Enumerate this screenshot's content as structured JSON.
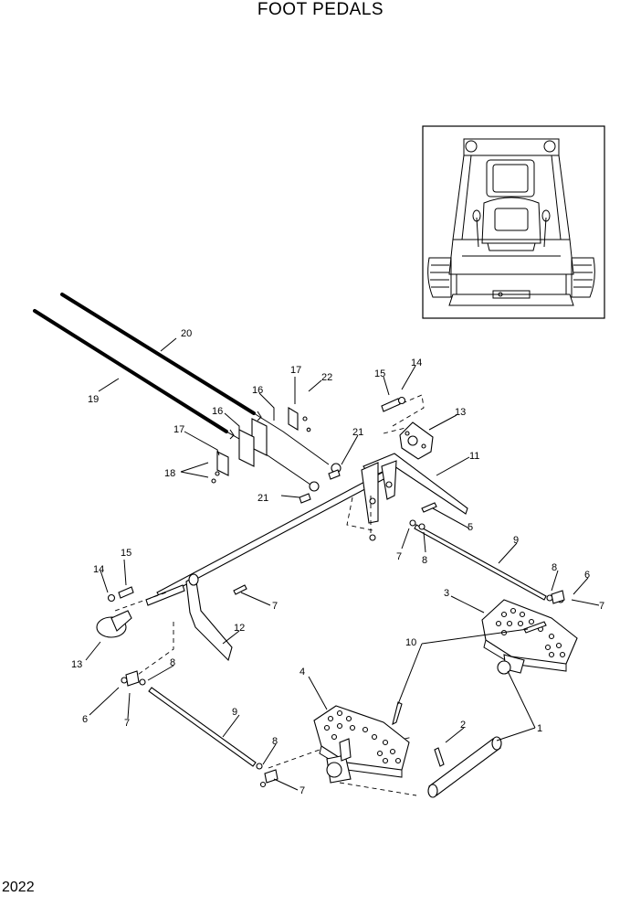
{
  "title": "FOOT PEDALS",
  "page_number": "2022",
  "callouts": {
    "c1": "1",
    "c2": "2",
    "c3": "3",
    "c4": "4",
    "c5": "5",
    "c6a": "6",
    "c6b": "6",
    "c7a": "7",
    "c7b": "7",
    "c7c": "7",
    "c7d": "7",
    "c7e": "7",
    "c8a": "8",
    "c8b": "8",
    "c8c": "8",
    "c8d": "8",
    "c9a": "9",
    "c9b": "9",
    "c10": "10",
    "c11": "11",
    "c12": "12",
    "c13a": "13",
    "c13b": "13",
    "c14a": "14",
    "c14b": "14",
    "c15a": "15",
    "c15b": "15",
    "c16a": "16",
    "c16b": "16",
    "c17a": "17",
    "c17b": "17",
    "c18": "18",
    "c19": "19",
    "c20": "20",
    "c21a": "21",
    "c21b": "21",
    "c22": "22"
  }
}
